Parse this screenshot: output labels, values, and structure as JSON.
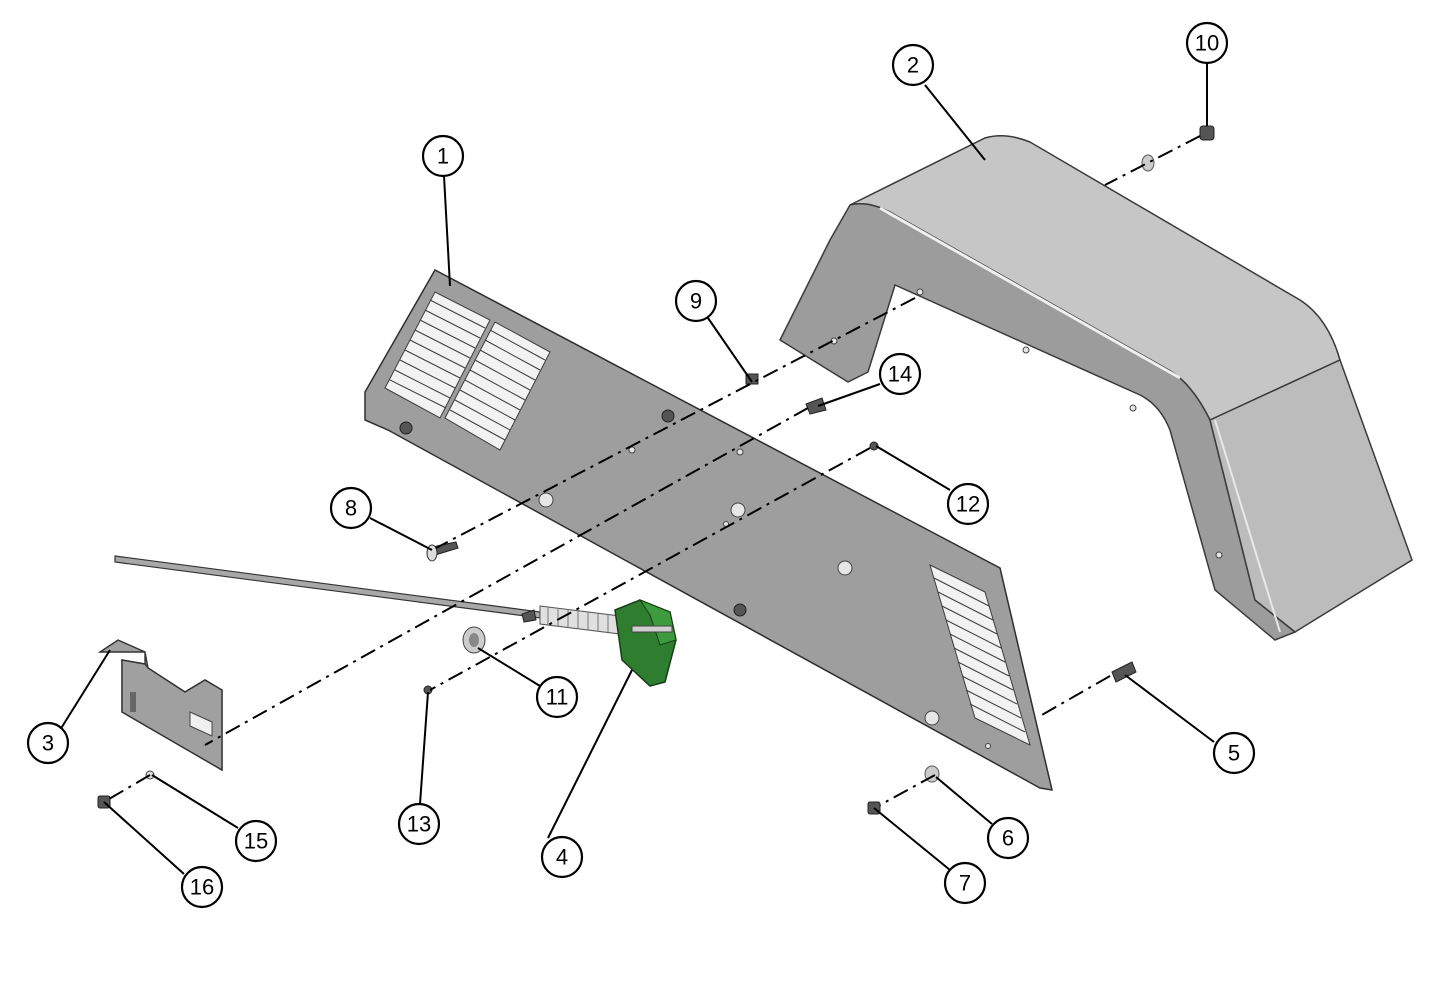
{
  "diagram": {
    "type": "exploded-parts-view",
    "colors": {
      "plate": "#9e9e9e",
      "fender": "#bcbcbc",
      "highlighted_part": "#2f7d2f",
      "lines": "#000000"
    },
    "callouts": [
      {
        "id": "callout-1",
        "label": "1"
      },
      {
        "id": "callout-2",
        "label": "2"
      },
      {
        "id": "callout-3",
        "label": "3"
      },
      {
        "id": "callout-4",
        "label": "4"
      },
      {
        "id": "callout-5",
        "label": "5"
      },
      {
        "id": "callout-6",
        "label": "6"
      },
      {
        "id": "callout-7",
        "label": "7"
      },
      {
        "id": "callout-8",
        "label": "8"
      },
      {
        "id": "callout-9",
        "label": "9"
      },
      {
        "id": "callout-10",
        "label": "10"
      },
      {
        "id": "callout-11",
        "label": "11"
      },
      {
        "id": "callout-12",
        "label": "12"
      },
      {
        "id": "callout-13",
        "label": "13"
      },
      {
        "id": "callout-14",
        "label": "14"
      },
      {
        "id": "callout-15",
        "label": "15"
      },
      {
        "id": "callout-16",
        "label": "16"
      }
    ]
  }
}
